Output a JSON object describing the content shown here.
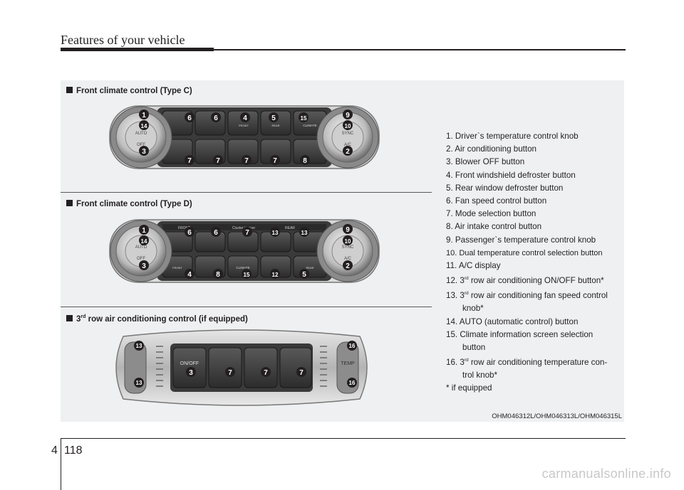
{
  "header": {
    "title": "Features of your vehicle"
  },
  "sections": [
    {
      "title": "Front climate control (Type C)"
    },
    {
      "title": "Front climate control (Type D)"
    },
    {
      "title_pre": "3",
      "title_sup": "rd",
      "title_post": " row air conditioning control (if equipped)"
    }
  ],
  "panel_c": {
    "knob_left_labels": [
      "AUTO",
      "OFF"
    ],
    "knob_right_labels": [
      "SYNC",
      "A/C"
    ],
    "top_labels": [
      "FRONT",
      "REAR",
      "CLIMATE"
    ],
    "callouts_top": [
      "6",
      "6",
      "4",
      "5",
      "15"
    ],
    "callouts_bottom": [
      "7",
      "7",
      "7",
      "7",
      "8"
    ],
    "callouts_left": [
      "1",
      "14",
      "3"
    ],
    "callouts_right": [
      "9",
      "10",
      "2"
    ]
  },
  "panel_d": {
    "strip_labels": [
      "FRONT",
      "Cluster Ionizer",
      "REAR"
    ],
    "bottom_labels": [
      "FRONT",
      "CLIMATE",
      "REAR"
    ],
    "knob_left_labels": [
      "AUTO",
      "OFF"
    ],
    "knob_right_labels": [
      "SYNC",
      "A/C"
    ],
    "callouts_top": [
      "6",
      "6",
      "7",
      "13",
      "13"
    ],
    "callouts_bottom": [
      "4",
      "8",
      "15",
      "12",
      "5"
    ],
    "callouts_left": [
      "1",
      "14",
      "3"
    ],
    "callouts_right": [
      "9",
      "10",
      "2"
    ]
  },
  "panel_3rd": {
    "left_label": "ON/OFF",
    "right_label": "TEMP",
    "callouts_left": [
      "13",
      "13"
    ],
    "callouts_right": [
      "16",
      "16"
    ],
    "callouts_mid": [
      "3",
      "7",
      "7",
      "7"
    ]
  },
  "legend": [
    {
      "n": "1.",
      "text": "Driver`s temperature control knob"
    },
    {
      "n": "2.",
      "text": "Air conditioning button"
    },
    {
      "n": "3.",
      "text": "Blower OFF button"
    },
    {
      "n": "4.",
      "text": "Front windshield defroster button"
    },
    {
      "n": "5.",
      "text": "Rear window defroster button"
    },
    {
      "n": "6.",
      "text": "Fan speed control button"
    },
    {
      "n": "7.",
      "text": "Mode selection button"
    },
    {
      "n": "8.",
      "text": "Air intake control button"
    },
    {
      "n": "9.",
      "text": "Passenger`s temperature control knob"
    },
    {
      "n": "10.",
      "text": "Dual temperature control selection button"
    },
    {
      "n": "11.",
      "text": "A/C display"
    },
    {
      "n": "12.",
      "pre": "3",
      "sup": "rd",
      "text": " row air conditioning ON/OFF button*"
    },
    {
      "n": "13.",
      "pre": "3",
      "sup": "rd",
      "text": " row air conditioning fan speed control",
      "cont": "knob*"
    },
    {
      "n": "14.",
      "text": "AUTO (automatic control) button"
    },
    {
      "n": "15.",
      "text": "Climate information screen selection",
      "cont": "button"
    },
    {
      "n": "16.",
      "pre": "3",
      "sup": "rd",
      "text": " row air conditioning temperature con-",
      "cont": "trol knob*"
    },
    {
      "n": "*",
      "text": "if equipped"
    }
  ],
  "image_code": "OHM046312L/OHM046313L/OHM046315L",
  "footer": {
    "chapter": "4",
    "page": "118"
  },
  "watermark": "carmanualsonline.info"
}
